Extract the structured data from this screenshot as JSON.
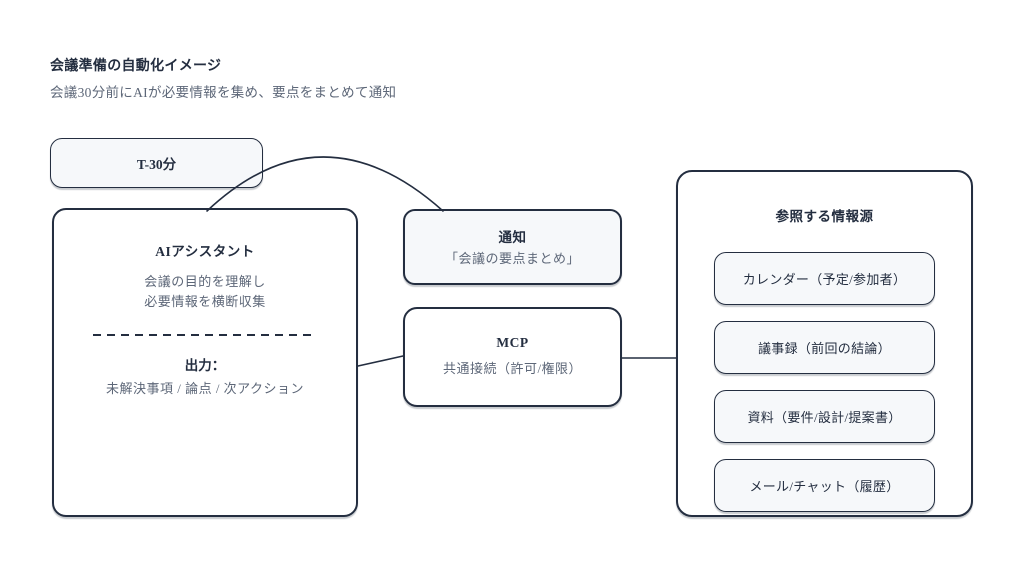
{
  "page": {
    "title": "会議準備の自動化イメージ",
    "subtitle": "会議30分前にAIが必要情報を集め、要点をまとめて通知"
  },
  "diagram": {
    "timer": {
      "label": "T-30分"
    },
    "assistant": {
      "title": "AIアシスタント",
      "desc_line1": "会議の目的を理解し",
      "desc_line2": "必要情報を横断収集",
      "output_label": "出力：",
      "output_items": "未解決事項 / 論点 / 次アクション"
    },
    "notification": {
      "title": "通知",
      "subtitle": "「会議の要点まとめ」"
    },
    "mcp": {
      "title": "MCP",
      "subtitle": "共通接続（許可/権限）"
    },
    "sources": {
      "title": "参照する情報源",
      "items": [
        {
          "label": "カレンダー（予定/参加者）"
        },
        {
          "label": "議事録（前回の結論）"
        },
        {
          "label": "資料（要件/設計/提案書）"
        },
        {
          "label": "メール/チャット（履歴）"
        }
      ]
    }
  },
  "colors": {
    "border": "#242e40",
    "text_dark": "#242e40",
    "text_gray": "#5d6778",
    "light_fill": "#f6f8fa",
    "background": "#ffffff"
  }
}
